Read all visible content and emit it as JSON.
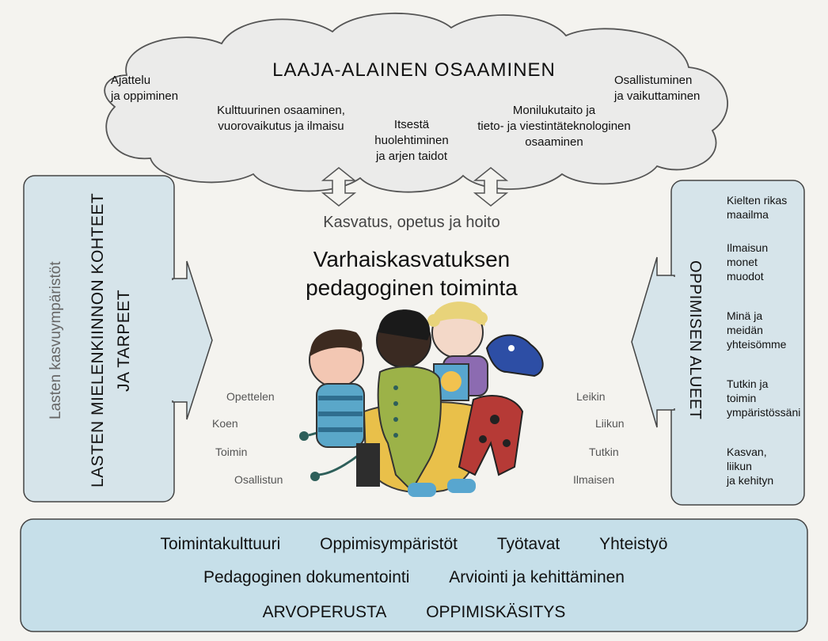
{
  "cloud": {
    "title": "LAAJA-ALAINEN OSAAMINEN",
    "items": [
      "Ajattelu\nja oppiminen",
      "Kulttuurinen osaaminen,\nvuorovaikutus ja ilmaisu",
      "Itsestä\nhuolehtiminen\nja arjen taidot",
      "Monilukutaito ja\ntieto- ja viestintäteknologinen\nosaaminen",
      "Osallistuminen\nja vaikuttaminen"
    ]
  },
  "center": {
    "subtitle": "Kasvatus, opetus ja hoito",
    "title_line1": "Varhaiskasvatuksen",
    "title_line2": "pedagoginen toiminta"
  },
  "left_panel": {
    "thin_label": "Lasten kasvuympäristöt",
    "bold_line1": "LASTEN MIELENKIINNON KOHTEET",
    "bold_line2": "JA TARPEET"
  },
  "right_panel": {
    "title": "OPPIMISEN ALUEET",
    "items": [
      "Kielten rikas\nmaailma",
      "Ilmaisun\nmonet\nmuodot",
      "Minä ja\nmeidän\nyhteisömme",
      "Tutkin ja\ntoimin\nympäristössäni",
      "Kasvan,\nliikun\nja kehityn"
    ]
  },
  "verbs_left": [
    "Opettelen",
    "Koen",
    "Toimin",
    "Osallistun"
  ],
  "verbs_right": [
    "Leikin",
    "Liikun",
    "Tutkin",
    "Ilmaisen"
  ],
  "bottom": {
    "row1": [
      "Toimintakulttuuri",
      "Oppimisympäristöt",
      "Työtavat",
      "Yhteistyö"
    ],
    "row2": [
      "Pedagoginen dokumentointi",
      "Arviointi ja kehittäminen"
    ],
    "row3": [
      "ARVOPERUSTA",
      "OPPIMISKÄSITYS"
    ]
  }
}
